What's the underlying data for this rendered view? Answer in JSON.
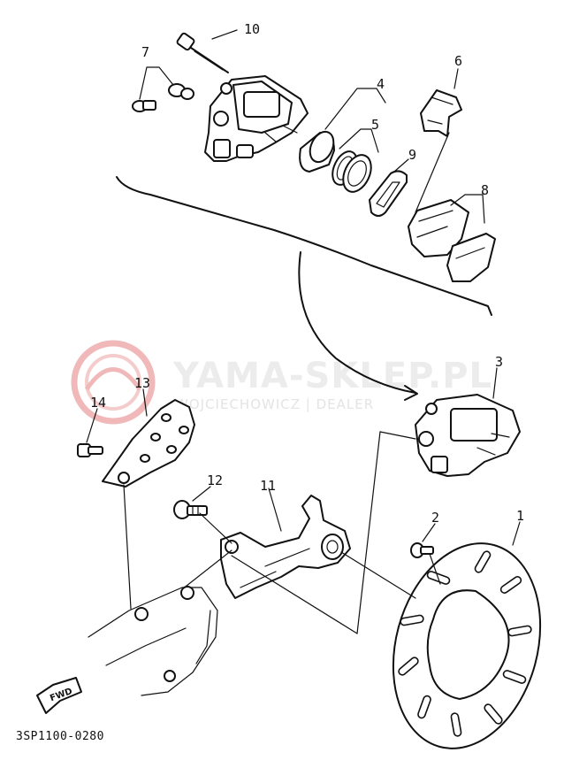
{
  "watermark": {
    "main": "YAMA-SKLEP.PL",
    "sub": "WOJCIECHOWICZ | DEALER"
  },
  "callouts": {
    "p1": "1",
    "p2": "2",
    "p3": "3",
    "p4": "4",
    "p5": "5",
    "p6": "6",
    "p7": "7",
    "p8": "8",
    "p9": "9",
    "p10": "10",
    "p11": "11",
    "p12": "12",
    "p13": "13",
    "p14": "14"
  },
  "fwd_label": "FWD",
  "figure_code": "3SP1100-0280",
  "colors": {
    "ink": "#111111",
    "watermark_red": "#e9a3a3",
    "watermark_grey": "#ececec"
  }
}
